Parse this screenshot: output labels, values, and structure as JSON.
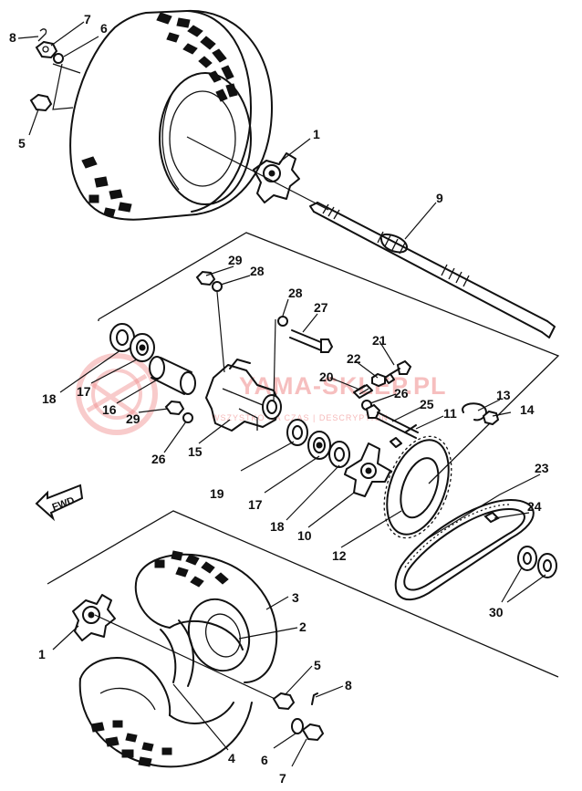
{
  "watermark": {
    "brand": "YAMA-SKLEP.PL",
    "tagline": "WSZYSTKO NA CZAS | DESCRYPTION"
  },
  "direction_marker": "FWD",
  "callouts": [
    {
      "id": "c1",
      "label": "1"
    },
    {
      "id": "c1b",
      "label": "1"
    },
    {
      "id": "c2",
      "label": "2"
    },
    {
      "id": "c3",
      "label": "3"
    },
    {
      "id": "c4",
      "label": "4"
    },
    {
      "id": "c5",
      "label": "5"
    },
    {
      "id": "c5b",
      "label": "5"
    },
    {
      "id": "c6",
      "label": "6"
    },
    {
      "id": "c6b",
      "label": "6"
    },
    {
      "id": "c7",
      "label": "7"
    },
    {
      "id": "c7b",
      "label": "7"
    },
    {
      "id": "c8",
      "label": "8"
    },
    {
      "id": "c8b",
      "label": "8"
    },
    {
      "id": "c9",
      "label": "9"
    },
    {
      "id": "c10",
      "label": "10"
    },
    {
      "id": "c11",
      "label": "11"
    },
    {
      "id": "c12",
      "label": "12"
    },
    {
      "id": "c13",
      "label": "13"
    },
    {
      "id": "c14",
      "label": "14"
    },
    {
      "id": "c15",
      "label": "15"
    },
    {
      "id": "c16",
      "label": "16"
    },
    {
      "id": "c17",
      "label": "17"
    },
    {
      "id": "c17b",
      "label": "17"
    },
    {
      "id": "c18",
      "label": "18"
    },
    {
      "id": "c18b",
      "label": "18"
    },
    {
      "id": "c19",
      "label": "19"
    },
    {
      "id": "c20",
      "label": "20"
    },
    {
      "id": "c21",
      "label": "21"
    },
    {
      "id": "c22",
      "label": "22"
    },
    {
      "id": "c23",
      "label": "23"
    },
    {
      "id": "c24",
      "label": "24"
    },
    {
      "id": "c25",
      "label": "25"
    },
    {
      "id": "c26",
      "label": "26"
    },
    {
      "id": "c26b",
      "label": "26"
    },
    {
      "id": "c27",
      "label": "27"
    },
    {
      "id": "c28",
      "label": "28"
    },
    {
      "id": "c28b",
      "label": "28"
    },
    {
      "id": "c29",
      "label": "29"
    },
    {
      "id": "c29b",
      "label": "29"
    },
    {
      "id": "c30",
      "label": "30"
    }
  ]
}
